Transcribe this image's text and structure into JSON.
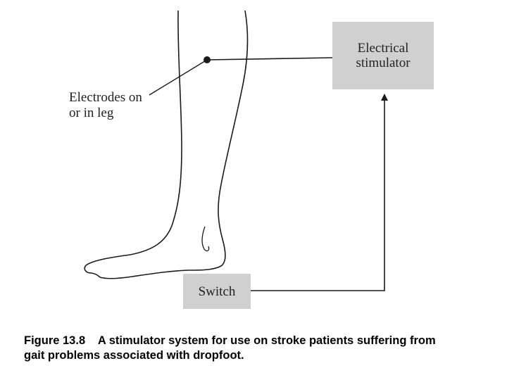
{
  "diagram": {
    "stimulator_label_line1": "Electrical",
    "stimulator_label_line2": "stimulator",
    "switch_label": "Switch",
    "electrode_label_line1": "Electrodes on",
    "electrode_label_line2": "or in leg"
  },
  "caption": {
    "line1": "Figure 13.8    A stimulator system for use on stroke patients suffering from",
    "line2": "gait problems associated with dropfoot."
  },
  "colors": {
    "box_fill": "#d0d0d0",
    "line": "#1a1a1a"
  }
}
